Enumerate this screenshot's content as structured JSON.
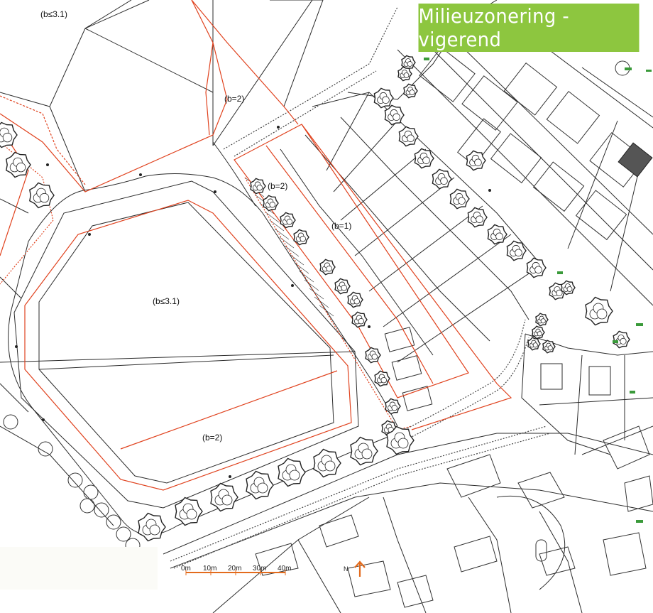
{
  "title": "Milieuzonering - vigerend",
  "colors": {
    "banner": "#8dc63f",
    "banner_text": "#ffffff",
    "zone_line": "#e0421e",
    "base_line": "#2b2b2b",
    "scale_bar": "#e36b1d",
    "north_arrow": "#e36b1d",
    "tree_fill": "#ffffff",
    "tree_stroke": "#222222"
  },
  "zone_labels": [
    {
      "id": "topleft",
      "text": "(b≤3.1)"
    },
    {
      "id": "topcenter",
      "text": "(b=2)"
    },
    {
      "id": "strip",
      "text": "(b=2)"
    },
    {
      "id": "housing",
      "text": "(b=1)"
    },
    {
      "id": "field",
      "text": "(b≤3.1)"
    },
    {
      "id": "fieldsouth",
      "text": "(b=2)"
    }
  ],
  "scale_bar": {
    "labels": [
      "0m",
      "10m",
      "20m",
      "30m",
      "40m"
    ]
  },
  "north_arrow": {
    "label": "N",
    "icon": "north-arrow-icon"
  }
}
